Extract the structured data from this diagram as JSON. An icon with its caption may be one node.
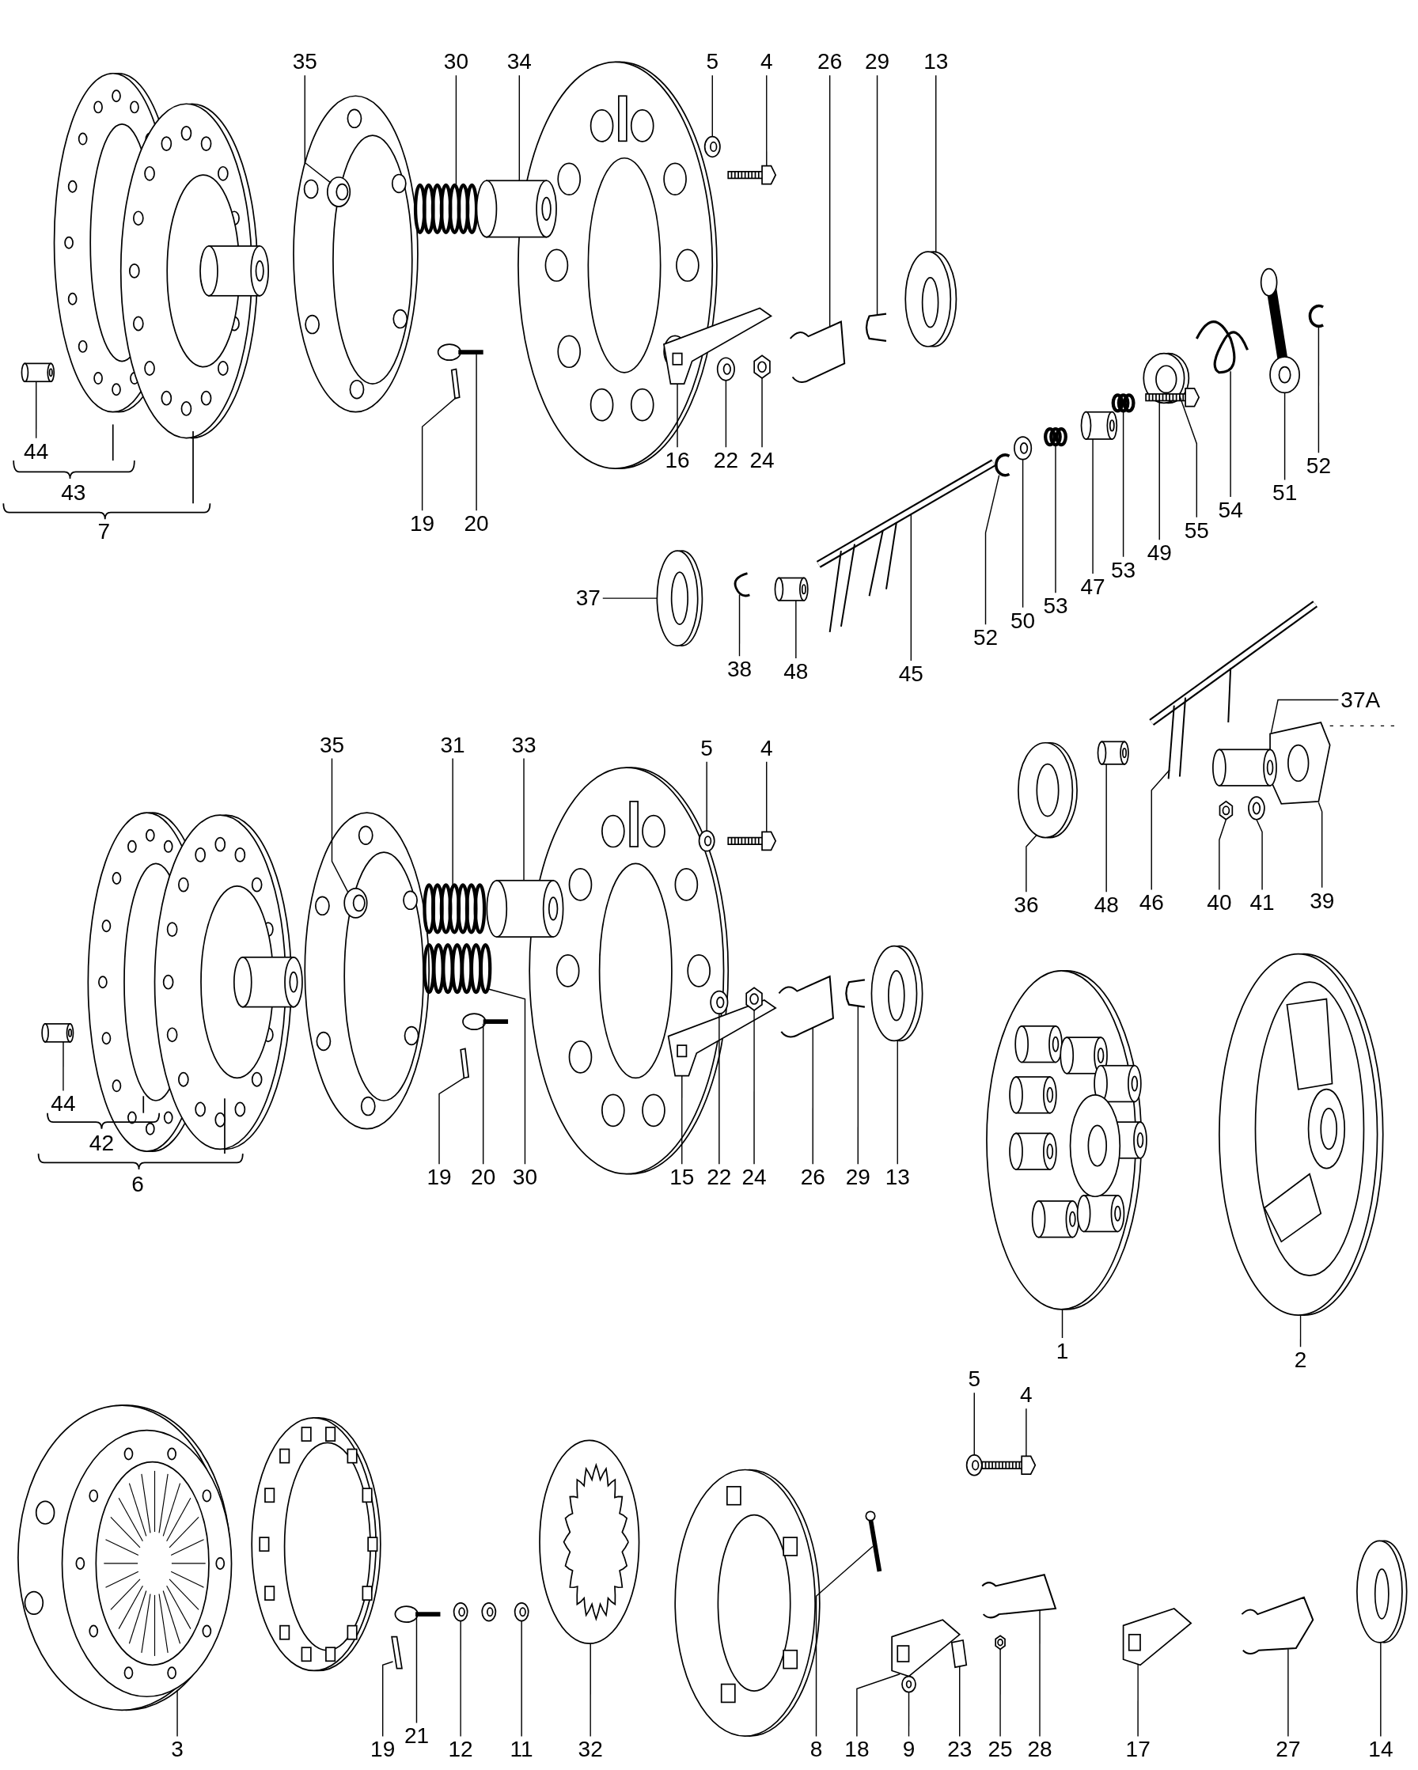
{
  "diagram": {
    "nodes": [
      {
        "text": [
          "35"
        ]
      },
      {
        "text": [
          "30"
        ]
      },
      {
        "text": [
          "34"
        ]
      },
      {
        "text": [
          "5"
        ]
      },
      {
        "text": [
          "4"
        ]
      },
      {
        "text": [
          "26"
        ]
      },
      {
        "text": [
          "29"
        ]
      },
      {
        "text": [
          "13"
        ]
      },
      {
        "text": [
          "44"
        ]
      },
      {
        "text": [
          "16"
        ]
      },
      {
        "text": [
          "22"
        ]
      },
      {
        "text": [
          "24"
        ]
      },
      {
        "text": [
          "52"
        ]
      },
      {
        "text": [
          "51"
        ]
      },
      {
        "text": [
          "54"
        ]
      },
      {
        "text": [
          "55"
        ]
      },
      {
        "text": [
          "19"
        ]
      },
      {
        "text": [
          "20"
        ]
      },
      {
        "text": [
          "49"
        ]
      },
      {
        "text": [
          "53"
        ]
      },
      {
        "text": [
          "47"
        ]
      },
      {
        "text": [
          "53"
        ]
      },
      {
        "text": [
          "50"
        ]
      },
      {
        "text": [
          "37"
        ]
      },
      {
        "text": [
          "52"
        ]
      },
      {
        "text": [
          "38"
        ]
      },
      {
        "text": [
          "48"
        ]
      },
      {
        "text": [
          "45"
        ]
      },
      {
        "text": [
          "37A"
        ]
      },
      {
        "text": [
          "35"
        ]
      },
      {
        "text": [
          "31"
        ]
      },
      {
        "text": [
          "33"
        ]
      },
      {
        "text": [
          "5"
        ]
      },
      {
        "text": [
          "4"
        ]
      },
      {
        "text": [
          "36"
        ]
      },
      {
        "text": [
          "48"
        ]
      },
      {
        "text": [
          "46"
        ]
      },
      {
        "text": [
          "40"
        ]
      },
      {
        "text": [
          "41"
        ]
      },
      {
        "text": [
          "39"
        ]
      },
      {
        "text": [
          "44"
        ]
      },
      {
        "text": [
          "19"
        ]
      },
      {
        "text": [
          "20"
        ]
      },
      {
        "text": [
          "30"
        ]
      },
      {
        "text": [
          "15"
        ]
      },
      {
        "text": [
          "22"
        ]
      },
      {
        "text": [
          "24"
        ]
      },
      {
        "text": [
          "26"
        ]
      },
      {
        "text": [
          "29"
        ]
      },
      {
        "text": [
          "13"
        ]
      },
      {
        "text": [
          "1"
        ]
      },
      {
        "text": [
          "2"
        ]
      },
      {
        "text": [
          "5"
        ]
      },
      {
        "text": [
          "4"
        ]
      },
      {
        "text": [
          "3"
        ]
      },
      {
        "text": [
          "19"
        ]
      },
      {
        "text": [
          "21"
        ]
      },
      {
        "text": [
          "12"
        ]
      },
      {
        "text": [
          "11"
        ]
      },
      {
        "text": [
          "32"
        ]
      },
      {
        "text": [
          "8"
        ]
      },
      {
        "text": [
          "18"
        ]
      },
      {
        "text": [
          "9"
        ]
      },
      {
        "text": [
          "23"
        ]
      },
      {
        "text": [
          "25"
        ]
      },
      {
        "text": [
          "28"
        ]
      },
      {
        "text": [
          "17"
        ]
      },
      {
        "text": [
          "27"
        ]
      },
      {
        "text": [
          "14"
        ]
      },
      {
        "text": [],
        "shape": "picture"
      },
      {
        "text": [],
        "shape": "picture"
      },
      {
        "text": [],
        "shape": "cylinder"
      },
      {
        "text": [],
        "shape": "picture"
      },
      {
        "text": [],
        "shape": "picture"
      },
      {
        "text": [],
        "shape": "picture"
      },
      {
        "text": [],
        "shape": "picture"
      },
      {
        "text": [],
        "shape": "picture"
      },
      {
        "text": [],
        "shape": "cylinder"
      },
      {
        "text": [],
        "shape": "picture"
      },
      {
        "text": [],
        "shape": "picture"
      },
      {
        "text": [],
        "shape": "picture"
      },
      {
        "text": [],
        "shape": "picture"
      },
      {
        "text": [],
        "shape": "picture"
      },
      {
        "text": [],
        "shape": "picture"
      },
      {
        "text": [],
        "shape": "picture"
      },
      {
        "text": [],
        "shape": "picture"
      },
      {
        "text": [],
        "shape": "picture"
      },
      {
        "text": [],
        "shape": "picture"
      },
      {
        "text": [],
        "shape": "picture"
      },
      {
        "text": [],
        "shape": "picture"
      },
      {
        "text": [],
        "shape": "picture"
      },
      {
        "text": [],
        "shape": "picture"
      },
      {
        "text": [],
        "shape": "picture"
      },
      {
        "text": [],
        "shape": "picture"
      },
      {
        "text": [],
        "shape": "picture"
      },
      {
        "text": [],
        "shape": "picture"
      },
      {
        "text": [],
        "shape": "picture"
      },
      {
        "text": [],
        "shape": "picture"
      },
      {
        "text": [],
        "shape": "picture"
      },
      {
        "text": [],
        "shape": "cylinder"
      },
      {
        "text": [],
        "shape": "picture"
      },
      {
        "text": [],
        "shape": "picture"
      },
      {
        "text": [],
        "shape": "picture"
      },
      {
        "text": [],
        "shape": "cylinder"
      },
      {
        "text": [],
        "shape": "picture"
      },
      {
        "text": [],
        "shape": "picture"
      },
      {
        "text": [],
        "shape": "picture"
      },
      {
        "text": [],
        "shape": "picture"
      },
      {
        "text": [],
        "shape": "picture"
      },
      {
        "text": [],
        "shape": "picture"
      },
      {
        "text": [],
        "shape": "picture"
      },
      {
        "text": [],
        "shape": "picture"
      },
      {
        "text": [],
        "shape": "picture"
      },
      {
        "text": [],
        "shape": "picture"
      },
      {
        "text": [],
        "shape": "picture"
      },
      {
        "text": [],
        "shape": "picture"
      },
      {
        "text": [],
        "shape": "picture"
      },
      {
        "text": [],
        "shape": "picture"
      },
      {
        "text": [],
        "shape": "picture"
      },
      {
        "text": [],
        "shape": "picture"
      },
      {
        "text": [],
        "shape": "picture"
      },
      {
        "text": [],
        "shape": "picture"
      },
      {
        "text": [],
        "shape": "picture"
      },
      {
        "text": [],
        "shape": "bar"
      },
      {
        "text": [],
        "shape": "picture"
      },
      {
        "text": [],
        "shape": "picture"
      },
      {
        "text": [],
        "shape": "picture"
      },
      {
        "text": [],
        "shape": "picture"
      },
      {
        "text": [],
        "shape": "picture"
      },
      {
        "text": [],
        "shape": "picture"
      },
      {
        "text": [],
        "shape": "picture"
      },
      {
        "text": [],
        "shape": "picture"
      },
      {
        "text": [],
        "shape": "picture"
      },
      {
        "text": [],
        "shape": "picture"
      },
      {
        "text": [],
        "shape": "picture"
      },
      {
        "text": [],
        "shape": "picture"
      },
      {
        "text": [],
        "shape": "picture"
      }
    ],
    "edges": [
      {
        "from": 0,
        "to": 69,
        "arrow": "none"
      },
      {
        "from": 1,
        "to": 70,
        "arrow": "none"
      },
      {
        "from": 2,
        "to": 71,
        "arrow": "none"
      },
      {
        "from": 3,
        "to": 72,
        "arrow": "none"
      },
      {
        "from": 4,
        "to": 73,
        "arrow": "none"
      },
      {
        "from": 5,
        "to": 74,
        "arrow": "none"
      },
      {
        "from": 6,
        "to": 75,
        "arrow": "none"
      },
      {
        "from": 7,
        "to": 76,
        "arrow": "none"
      },
      {
        "from": 8,
        "to": 77,
        "arrow": "none"
      },
      {
        "from": 9,
        "to": 78,
        "arrow": "none"
      },
      {
        "from": 10,
        "to": 79,
        "arrow": "none"
      },
      {
        "from": 11,
        "to": 80,
        "arrow": "none"
      },
      {
        "from": 12,
        "to": 81,
        "arrow": "none"
      },
      {
        "from": 13,
        "to": 82,
        "arrow": "none"
      },
      {
        "from": 14,
        "to": 83,
        "arrow": "none"
      },
      {
        "from": 15,
        "to": 84,
        "arrow": "none"
      },
      {
        "from": 16,
        "to": 85,
        "arrow": "none"
      },
      {
        "from": 17,
        "to": 86,
        "arrow": "none"
      },
      {
        "from": 18,
        "to": 87,
        "arrow": "none"
      },
      {
        "from": 19,
        "to": 88,
        "arrow": "none"
      },
      {
        "from": 20,
        "to": 89,
        "arrow": "none"
      },
      {
        "from": 21,
        "to": 90,
        "arrow": "none"
      },
      {
        "from": 22,
        "to": 91,
        "arrow": "none"
      },
      {
        "from": 23,
        "to": 92,
        "arrow": "none"
      },
      {
        "from": 24,
        "to": 93,
        "arrow": "none"
      },
      {
        "from": 25,
        "to": 94,
        "arrow": "none"
      },
      {
        "from": 26,
        "to": 95,
        "arrow": "none"
      },
      {
        "from": 27,
        "to": 96,
        "arrow": "none"
      },
      {
        "from": 28,
        "to": 107,
        "arrow": "none"
      },
      {
        "from": 29,
        "to": 97,
        "arrow": "none"
      },
      {
        "from": 30,
        "to": 98,
        "arrow": "none"
      },
      {
        "from": 31,
        "to": 99,
        "arrow": "none"
      },
      {
        "from": 32,
        "to": 100,
        "arrow": "none"
      },
      {
        "from": 33,
        "to": 101,
        "arrow": "none"
      },
      {
        "from": 34,
        "to": 102,
        "arrow": "none"
      },
      {
        "from": 35,
        "to": 103,
        "arrow": "none"
      },
      {
        "from": 36,
        "to": 104,
        "arrow": "none"
      },
      {
        "from": 37,
        "to": 105,
        "arrow": "none"
      },
      {
        "from": 38,
        "to": 106,
        "arrow": "none"
      },
      {
        "from": 39,
        "to": 107,
        "arrow": "none"
      },
      {
        "from": 40,
        "to": 108,
        "arrow": "none"
      },
      {
        "from": 41,
        "to": 109,
        "arrow": "none"
      },
      {
        "from": 42,
        "to": 110,
        "arrow": "none"
      },
      {
        "from": 43,
        "to": 111,
        "arrow": "none"
      },
      {
        "from": 44,
        "to": 112,
        "arrow": "none"
      },
      {
        "from": 45,
        "to": 113,
        "arrow": "none"
      },
      {
        "from": 46,
        "to": 114,
        "arrow": "none"
      },
      {
        "from": 47,
        "to": 115,
        "arrow": "none"
      },
      {
        "from": 48,
        "to": 116,
        "arrow": "none"
      },
      {
        "from": 49,
        "to": 117,
        "arrow": "none"
      },
      {
        "from": 50,
        "to": 118,
        "arrow": "none"
      },
      {
        "from": 51,
        "to": 119,
        "arrow": "none"
      },
      {
        "from": 52,
        "to": 120,
        "arrow": "none"
      },
      {
        "from": 53,
        "to": 121,
        "arrow": "none"
      },
      {
        "from": 54,
        "to": 122,
        "arrow": "none"
      },
      {
        "from": 55,
        "to": 123,
        "arrow": "none"
      },
      {
        "from": 56,
        "to": 124,
        "arrow": "none"
      },
      {
        "from": 57,
        "to": 125,
        "arrow": "none"
      },
      {
        "from": 58,
        "to": 126,
        "arrow": "none"
      },
      {
        "from": 59,
        "to": 127,
        "arrow": "none"
      },
      {
        "from": 60,
        "to": 128,
        "arrow": "none"
      },
      {
        "from": 61,
        "to": 129,
        "arrow": "none"
      },
      {
        "from": 62,
        "to": 130,
        "arrow": "none"
      },
      {
        "from": 63,
        "to": 131,
        "arrow": "none"
      },
      {
        "from": 64,
        "to": 132,
        "arrow": "none"
      },
      {
        "from": 65,
        "to": 133,
        "arrow": "none"
      },
      {
        "from": 66,
        "to": 134,
        "arrow": "none"
      },
      {
        "from": 67,
        "to": 135,
        "arrow": "none"
      },
      {
        "from": 68,
        "to": 136,
        "arrow": "none"
      }
    ],
    "labels": [
      "43",
      "7",
      "42",
      "6"
    ]
  }
}
